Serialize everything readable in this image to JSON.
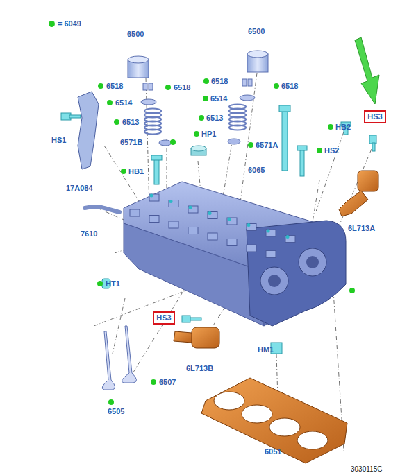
{
  "diagram": {
    "nodes": [
      {
        "text": [
          "HS3"
        ]
      },
      {
        "text": [
          "HS3"
        ]
      }
    ],
    "edges": [],
    "labels": [
      "6500",
      "6500",
      "6518",
      "6518",
      "6518",
      "6518",
      "6514",
      "6514",
      "6513",
      "6513",
      "6571B",
      "6571A",
      "HP1",
      "HB1",
      "6065",
      "HB2",
      "HS2",
      "HS1",
      "17A084",
      "7610",
      "HT1",
      "6L713A",
      "6L713B",
      "HM1",
      "6507",
      "6505",
      "6051",
      "3030115C"
    ],
    "legend": [
      {
        "text": "= 6049",
        "color": "#22cc22"
      }
    ]
  }
}
